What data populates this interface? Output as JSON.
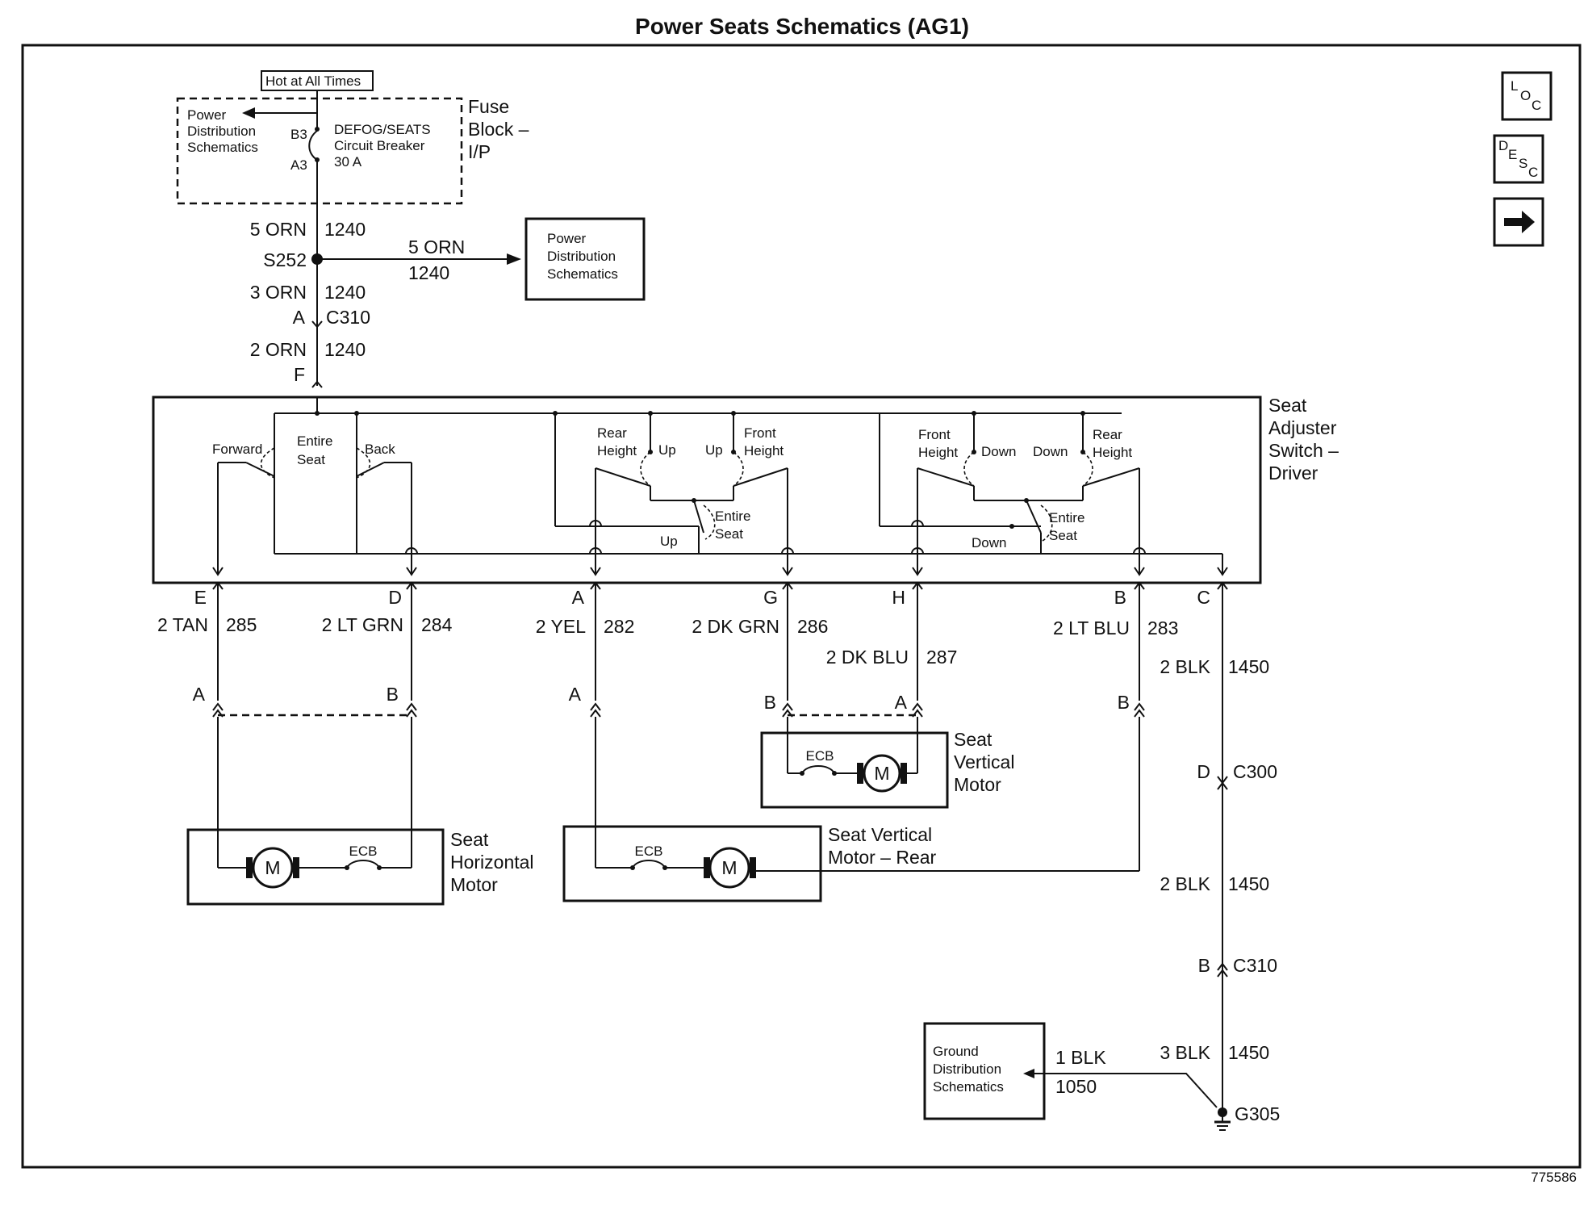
{
  "title": "Power Seats Schematics (AG1)",
  "figure_number": "775586",
  "nav": {
    "loc": {
      "l": "L",
      "o": "O",
      "c": "C"
    },
    "desc": {
      "d": "D",
      "e": "E",
      "s": "S",
      "c": "C"
    },
    "next_icon": "right-arrow-icon"
  },
  "fuse_block": {
    "hot_label": "Hot at All Times",
    "label_line1": "Fuse",
    "label_line2": "Block –",
    "label_line3": "I/P",
    "pds_line1": "Power",
    "pds_line2": "Distribution",
    "pds_line3": "Schematics",
    "pin_b3": "B3",
    "pin_a3": "A3",
    "breaker_line1": "DEFOG/SEATS",
    "breaker_line2": "Circuit Breaker",
    "breaker_line3": "30 A"
  },
  "feed": {
    "w1_gauge": "5 ORN",
    "w1_circuit": "1240",
    "splice": "S252",
    "branch_gauge": "5 ORN",
    "branch_circuit": "1240",
    "branch_box_line1": "Power",
    "branch_box_line2": "Distribution",
    "branch_box_line3": "Schematics",
    "w2_gauge": "3 ORN",
    "w2_circuit": "1240",
    "c310_pin": "A",
    "c310": "C310",
    "w3_gauge": "2 ORN",
    "w3_circuit": "1240",
    "switch_pin": "F"
  },
  "switch": {
    "label_line1": "Seat",
    "label_line2": "Adjuster",
    "label_line3": "Switch –",
    "label_line4": "Driver",
    "forward": "Forward",
    "entire_seat_1a": "Entire",
    "entire_seat_1b": "Seat",
    "back": "Back",
    "rear_height_a": "Rear",
    "rear_height_b": "Height",
    "up_1": "Up",
    "up_2": "Up",
    "front_height_a": "Front",
    "front_height_b": "Height",
    "entire_seat_2a": "Entire",
    "entire_seat_2b": "Seat",
    "up_3": "Up",
    "front_height_2a": "Front",
    "front_height_2b": "Height",
    "down_1": "Down",
    "down_2": "Down",
    "rear_height_2a": "Rear",
    "rear_height_2b": "Height",
    "entire_seat_3a": "Entire",
    "entire_seat_3b": "Seat",
    "down_3": "Down"
  },
  "wires": {
    "e_pin": "E",
    "e_gauge": "2 TAN",
    "e_circuit": "285",
    "d_pin": "D",
    "d_gauge": "2 LT GRN",
    "d_circuit": "284",
    "a_pin": "A",
    "a_gauge": "2 YEL",
    "a_circuit": "282",
    "g_pin": "G",
    "g_gauge": "2 DK GRN",
    "g_circuit": "286",
    "h_pin": "H",
    "h_gauge": "2 DK BLU",
    "h_circuit": "287",
    "b_pin": "B",
    "b_gauge": "2 LT BLU",
    "b_circuit": "283",
    "c_pin": "C",
    "c_gauge": "2 BLK",
    "c_circuit": "1450"
  },
  "motors": {
    "horizontal_pin_a": "A",
    "horizontal_pin_b": "B",
    "horizontal_line1": "Seat",
    "horizontal_line2": "Horizontal",
    "horizontal_line3": "Motor",
    "horizontal_ecb": "ECB",
    "horizontal_m": "M",
    "rear_pin_a": "A",
    "rear_line1": "Seat Vertical",
    "rear_line2": "Motor – Rear",
    "rear_ecb": "ECB",
    "rear_m": "M",
    "vertical_pin_b": "B",
    "vertical_pin_a": "A",
    "vertical_line1": "Seat",
    "vertical_line2": "Vertical",
    "vertical_line3": "Motor",
    "vertical_ecb": "ECB",
    "vertical_m": "M",
    "rear_return_pin": "B"
  },
  "ground": {
    "c300_pin": "D",
    "c300": "C300",
    "w2_gauge": "2 BLK",
    "w2_circuit": "1450",
    "c310_pin": "B",
    "c310": "C310",
    "w3_gauge": "3 BLK",
    "w3_circuit": "1450",
    "gnd_gauge": "1 BLK",
    "gnd_circuit": "1050",
    "ground_point": "G305",
    "box_line1": "Ground",
    "box_line2": "Distribution",
    "box_line3": "Schematics"
  }
}
